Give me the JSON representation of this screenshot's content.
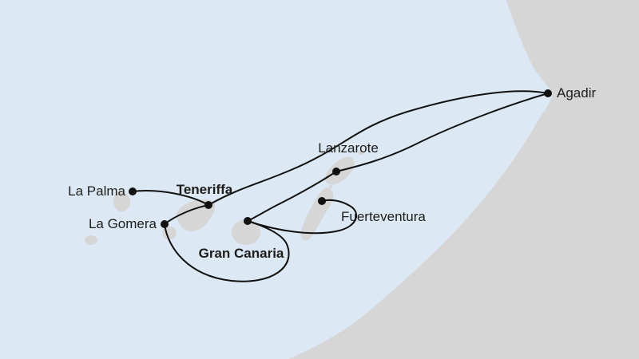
{
  "map": {
    "kind": "cruise-route-map",
    "colors": {
      "sea": "#dce8f4",
      "land": "#d6d6d6",
      "route": "#111111",
      "dot": "#111111",
      "label": "#1d1d1b"
    },
    "ports": [
      {
        "name": "La Palma",
        "emphasis": false
      },
      {
        "name": "Teneriffa",
        "emphasis": true
      },
      {
        "name": "La Gomera",
        "emphasis": false
      },
      {
        "name": "Gran Canaria",
        "emphasis": true
      },
      {
        "name": "Lanzarote",
        "emphasis": false
      },
      {
        "name": "Fuerteventura",
        "emphasis": false
      },
      {
        "name": "Agadir",
        "emphasis": false
      }
    ],
    "route_legs": [
      {
        "from": "La Palma",
        "to": "Teneriffa"
      },
      {
        "from": "Teneriffa",
        "to": "La Gomera"
      },
      {
        "from": "La Gomera",
        "to": "Gran Canaria"
      },
      {
        "from": "Gran Canaria",
        "to": "Fuerteventura"
      },
      {
        "from": "Gran Canaria",
        "to": "Lanzarote"
      },
      {
        "from": "Lanzarote",
        "to": "Agadir"
      },
      {
        "from": "Agadir",
        "to": "Teneriffa"
      }
    ]
  }
}
